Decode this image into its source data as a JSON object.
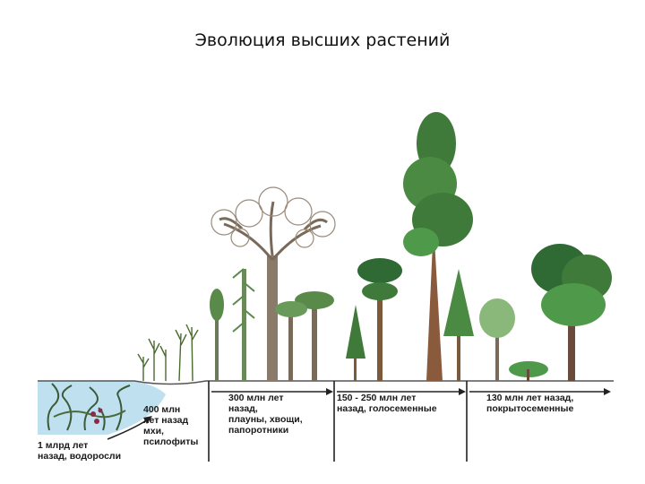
{
  "title": "Эволюция высших растений",
  "eras": [
    {
      "id": "algae",
      "label": "1 млрд лет\nназад, водоросли"
    },
    {
      "id": "psilophytes",
      "label": "400 млн\nлет назад\nмхи,\nпсилофиты"
    },
    {
      "id": "ferns",
      "label": "300 млн лет\nназад,\nплауны, хвощи,\nпапоротники"
    },
    {
      "id": "gymnosperms",
      "label": "150 - 250 млн лет\nназад, голосеменные"
    },
    {
      "id": "angiosperms",
      "label": "130 млн лет назад,\nпокрытосеменные"
    }
  ],
  "colors": {
    "water": "#bfe0ef",
    "trunk": "#8a5a3c",
    "conifer_green": "#3f7a3a",
    "foliage_green": "#4f9a4a",
    "dark_green": "#2f6a35",
    "seaweed": "#3a5a3a",
    "line": "#222222"
  }
}
